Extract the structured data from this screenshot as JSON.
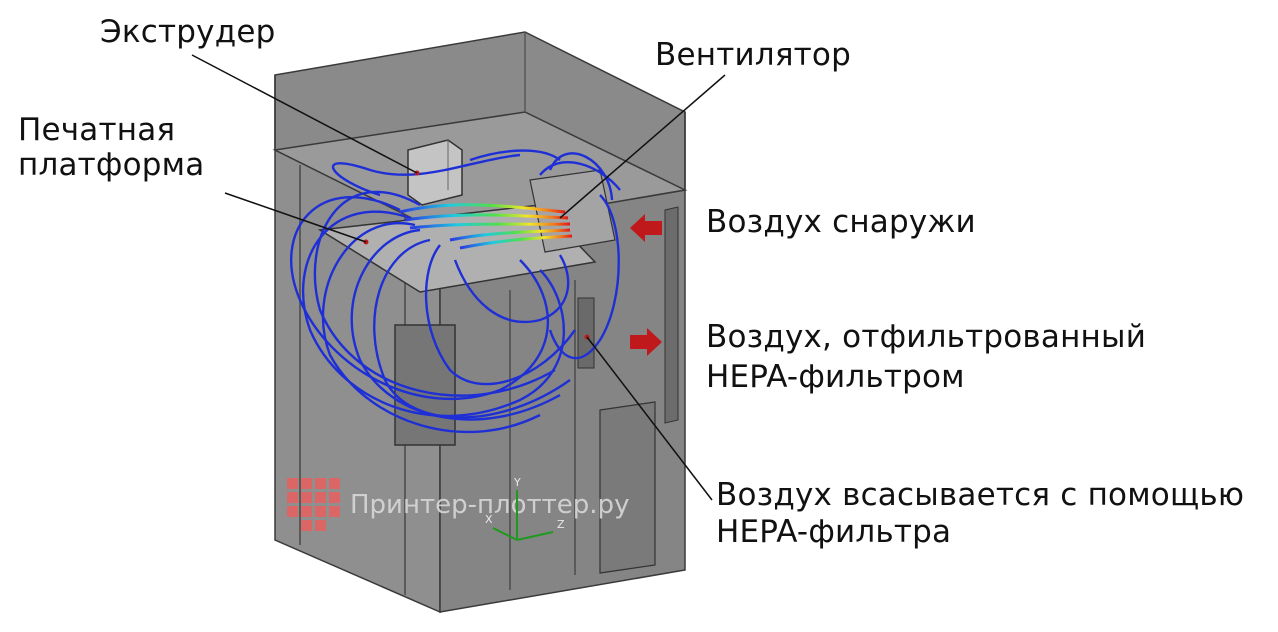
{
  "labels": {
    "extruder": "Экструдер",
    "platform_line1": "Печатная",
    "platform_line2": "платформа",
    "fan": "Вентилятор",
    "air_outside": "Воздух снаружи",
    "air_filtered_line1": "Воздух, отфильтрованный",
    "air_filtered_line2": "HEPA-фильтром",
    "air_sucked_line1": "Воздух всасывается с помощью",
    "air_sucked_line2": "HEPA-фильтра"
  },
  "watermark": {
    "text": "Принтер-плоттер.ру"
  },
  "axes": {
    "x": "X",
    "y": "Y",
    "z": "Z"
  },
  "colors": {
    "enclosure": "#7d7d7d",
    "streamline": "#1f2fd6",
    "arrow": "#c0191c",
    "watermark": "#e05050"
  }
}
